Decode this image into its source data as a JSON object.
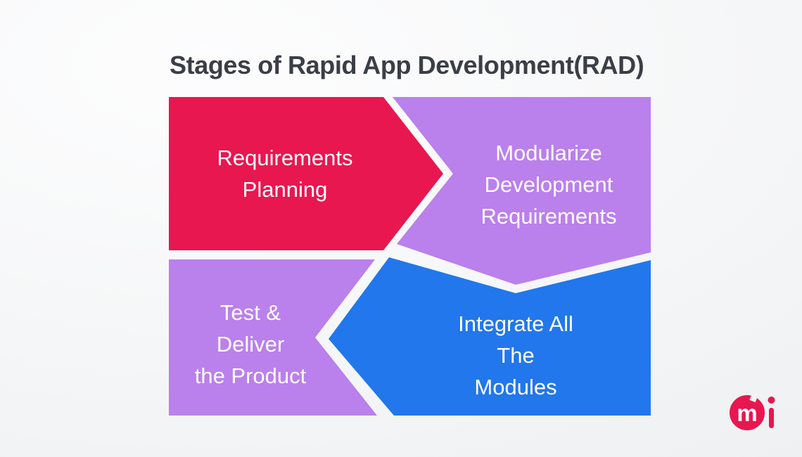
{
  "title": "Stages of Rapid App Development(RAD)",
  "colors": {
    "stage_red": "#e8174f",
    "stage_purple": "#ba80ec",
    "stage_blue": "#2177eb",
    "title_text": "#3b3e46",
    "stage_label_text": "#ffffff",
    "background": "#f5f6f7",
    "logo_red": "#e8174f"
  },
  "stages": [
    {
      "order": 1,
      "position": "top-left",
      "label": "Requirements Planning",
      "lines": [
        "Requirements",
        "Planning"
      ],
      "color": "#e8174f",
      "arrow": "points-right"
    },
    {
      "order": 2,
      "position": "top-right",
      "label": "Modularize Development Requirements",
      "lines": [
        "Modularize",
        "Development",
        "Requirements"
      ],
      "color": "#ba80ec",
      "arrow": "points-down"
    },
    {
      "order": 3,
      "position": "bottom-right",
      "label": "Integrate All The Modules",
      "lines": [
        "Integrate All",
        "The",
        "Modules"
      ],
      "color": "#2177eb",
      "arrow": "points-left"
    },
    {
      "order": 4,
      "position": "bottom-left",
      "label": "Test & Deliver the Product",
      "lines": [
        "Test &",
        "Deliver",
        "the Product"
      ],
      "color": "#ba80ec",
      "arrow": "end"
    }
  ],
  "logo": {
    "m": "m",
    "i_dot": "",
    "color": "#e8174f"
  }
}
